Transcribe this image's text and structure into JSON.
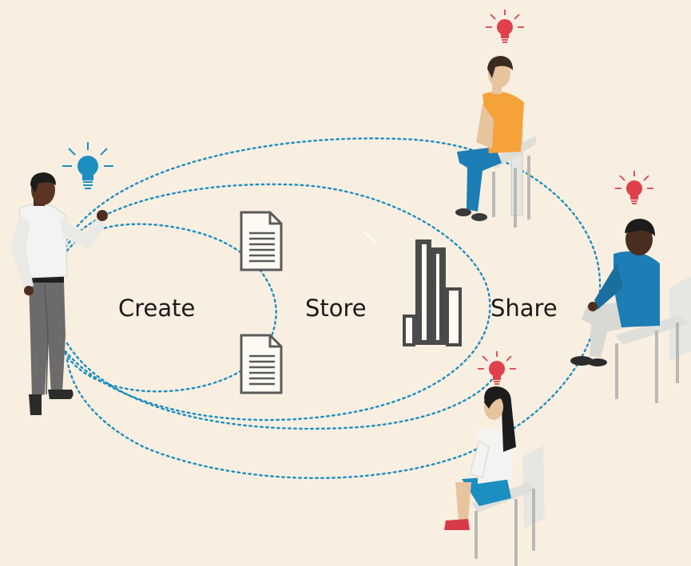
{
  "diagram": {
    "labels": {
      "create": "Create",
      "store": "Store",
      "share": "Share"
    },
    "colors": {
      "background": "#f9efe1",
      "orbit_line": "#1d8ec0",
      "idea_presenter": "#1d8ec0",
      "idea_audience": "#e0404c",
      "document": "#5a5a5a",
      "storage": "#4a4a4a"
    },
    "icons": [
      "lightbulb-icon",
      "document-icon",
      "storage-bars-icon"
    ]
  }
}
